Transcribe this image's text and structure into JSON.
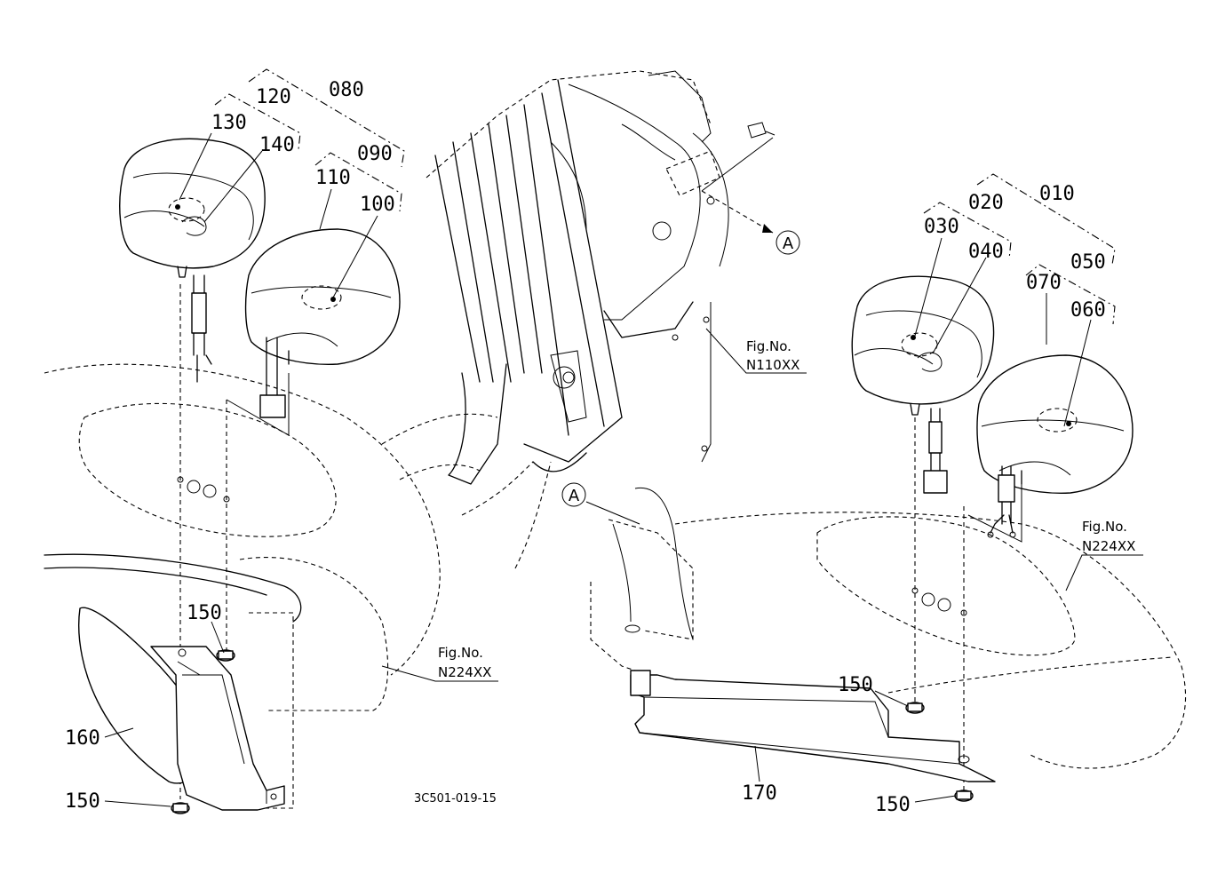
{
  "diagram": {
    "drawing_code": "3C501-019-15",
    "callouts": {
      "c010": "010",
      "c020": "020",
      "c030": "030",
      "c040": "040",
      "c050": "050",
      "c060": "060",
      "c070": "070",
      "c080": "080",
      "c090": "090",
      "c100": "100",
      "c110": "110",
      "c120": "120",
      "c130": "130",
      "c140": "140",
      "c150": "150",
      "c160": "160",
      "c170": "170"
    },
    "fig_refs": {
      "prefix": "Fig.No.",
      "left_fender": "N224XX",
      "cabin_post": "N110XX",
      "right_fender": "N224XX"
    },
    "view_markers": {
      "a": "A"
    }
  }
}
